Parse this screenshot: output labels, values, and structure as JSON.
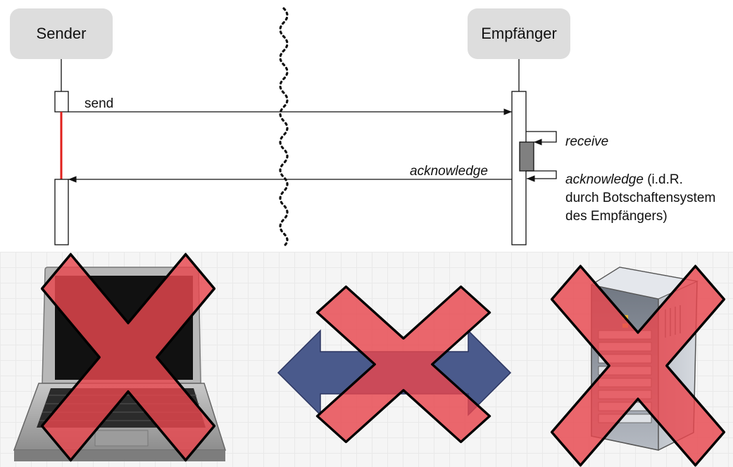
{
  "diagram": {
    "sender_label": "Sender",
    "receiver_label": "Empfänger",
    "send_label": "send",
    "acknowledge_label": "acknowledge",
    "receive_label": "receive",
    "note": {
      "italic": "acknowledge",
      "line1_rest": " (i.d.R.",
      "line2": "durch Botschaftensystem",
      "line3": "des Empfängers)"
    }
  },
  "colors": {
    "waiting_line": "#e0201c",
    "cross_fill": "#e8474e",
    "arrow_fill": "#4a5a8c",
    "processing_box": "#808080"
  },
  "icons": [
    "laptop-icon",
    "network-arrow-icon",
    "server-icon",
    "failure-x-icon"
  ]
}
